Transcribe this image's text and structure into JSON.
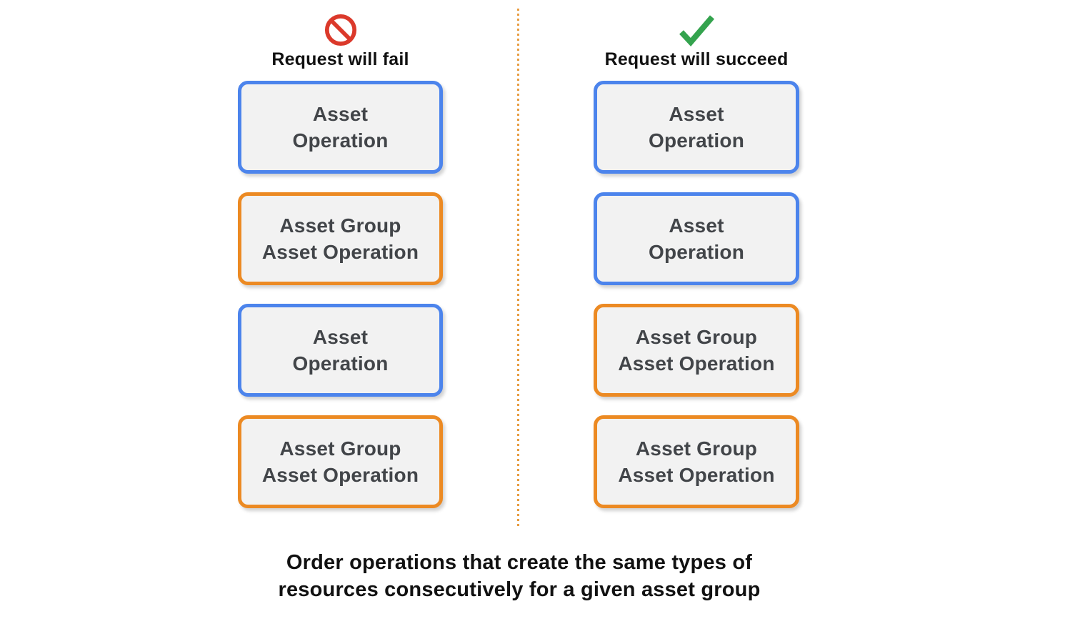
{
  "columns": [
    {
      "id": "fail",
      "header": "Request will fail",
      "icon": "prohibition-icon",
      "boxes": [
        {
          "type": "blue",
          "lines": [
            "Asset",
            "Operation"
          ]
        },
        {
          "type": "orange",
          "lines": [
            "Asset Group",
            "Asset Operation"
          ]
        },
        {
          "type": "blue",
          "lines": [
            "Asset",
            "Operation"
          ]
        },
        {
          "type": "orange",
          "lines": [
            "Asset Group",
            "Asset Operation"
          ]
        }
      ]
    },
    {
      "id": "succeed",
      "header": "Request will succeed",
      "icon": "check-icon",
      "boxes": [
        {
          "type": "blue",
          "lines": [
            "Asset",
            "Operation"
          ]
        },
        {
          "type": "blue",
          "lines": [
            "Asset",
            "Operation"
          ]
        },
        {
          "type": "orange",
          "lines": [
            "Asset Group",
            "Asset Operation"
          ]
        },
        {
          "type": "orange",
          "lines": [
            "Asset Group",
            "Asset Operation"
          ]
        }
      ]
    }
  ],
  "caption": {
    "line1": "Order operations that create the same types of",
    "line2": "resources consecutively for a given asset group"
  },
  "colors": {
    "blue": "#4C84EC",
    "orange": "#EC8A23",
    "box_fill": "#F2F2F2",
    "box_text": "#424549",
    "header_text": "#111111",
    "fail_icon": "#DB392B",
    "success_icon": "#34A34E",
    "divider": "#E89C40",
    "caption_text": "#111111"
  }
}
